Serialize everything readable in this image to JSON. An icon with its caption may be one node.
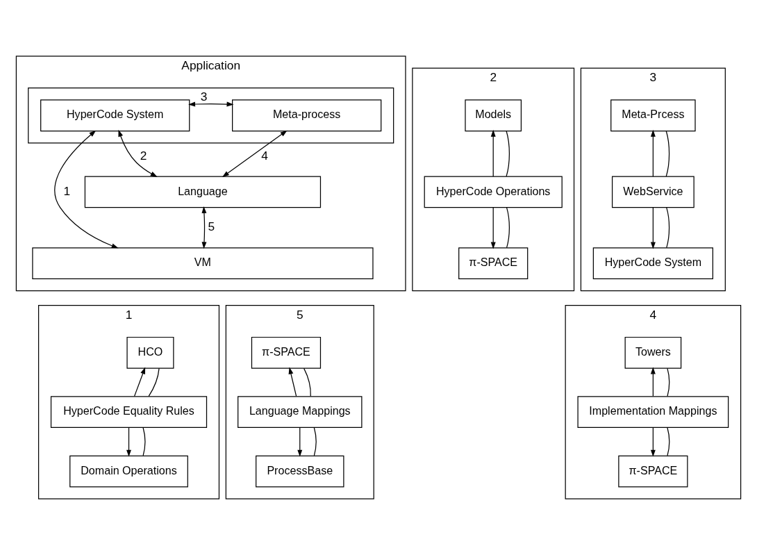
{
  "diagram": {
    "nodes": [
      {
        "text": [
          "Application"
        ]
      },
      {
        "text": [],
        "shape": "box",
        "in": 0
      },
      {
        "text": [
          "HyperCode System"
        ],
        "in": 1
      },
      {
        "text": [
          "Meta-process"
        ],
        "in": 1
      },
      {
        "text": [
          "Language"
        ],
        "in": 0
      },
      {
        "text": [
          "VM"
        ],
        "in": 0
      },
      {
        "text": [
          "2"
        ]
      },
      {
        "text": [
          "Models"
        ],
        "in": 6
      },
      {
        "text": [
          "HyperCode Operations"
        ],
        "in": 6
      },
      {
        "text": [
          "π-SPACE"
        ],
        "in": 6
      },
      {
        "text": [
          "3"
        ]
      },
      {
        "text": [
          "Meta-Prcess"
        ],
        "in": 10
      },
      {
        "text": [
          "WebService"
        ],
        "in": 10
      },
      {
        "text": [
          "HyperCode System"
        ],
        "in": 10
      },
      {
        "text": [
          "4"
        ]
      },
      {
        "text": [
          "Towers"
        ],
        "in": 14
      },
      {
        "text": [
          "Implementation Mappings"
        ],
        "in": 14
      },
      {
        "text": [
          "π-SPACE"
        ],
        "in": 14
      },
      {
        "text": [
          "1"
        ]
      },
      {
        "text": [
          "HCO"
        ],
        "in": 18
      },
      {
        "text": [
          "HyperCode Equality Rules"
        ],
        "in": 18
      },
      {
        "text": [
          "Domain Operations"
        ],
        "in": 18
      },
      {
        "text": [
          "5"
        ]
      },
      {
        "text": [
          "π-SPACE"
        ],
        "in": 22
      },
      {
        "text": [
          "Language Mappings"
        ],
        "in": 22
      },
      {
        "text": [
          "ProcessBase"
        ],
        "in": 22
      }
    ],
    "edges": [
      {
        "from": 2,
        "to": 5,
        "arrow": "both",
        "label": "1"
      },
      {
        "from": 2,
        "to": 4,
        "arrow": "both",
        "label": "2"
      },
      {
        "from": 2,
        "to": 3,
        "arrow": "both",
        "label": "3"
      },
      {
        "from": 3,
        "to": 4,
        "arrow": "both",
        "label": "4"
      },
      {
        "from": 4,
        "to": 5,
        "arrow": "both",
        "label": "5"
      },
      {
        "from": 8,
        "to": 7,
        "arrow": "to"
      },
      {
        "from": 7,
        "to": 8,
        "arrow": "none"
      },
      {
        "from": 8,
        "to": 9,
        "arrow": "to"
      },
      {
        "from": 9,
        "to": 8,
        "arrow": "none"
      },
      {
        "from": 12,
        "to": 11,
        "arrow": "to"
      },
      {
        "from": 11,
        "to": 12,
        "arrow": "none"
      },
      {
        "from": 12,
        "to": 13,
        "arrow": "to"
      },
      {
        "from": 13,
        "to": 12,
        "arrow": "none"
      },
      {
        "from": 16,
        "to": 15,
        "arrow": "to"
      },
      {
        "from": 15,
        "to": 16,
        "arrow": "none"
      },
      {
        "from": 16,
        "to": 17,
        "arrow": "to"
      },
      {
        "from": 17,
        "to": 16,
        "arrow": "none"
      },
      {
        "from": 20,
        "to": 19,
        "arrow": "to"
      },
      {
        "from": 19,
        "to": 20,
        "arrow": "none"
      },
      {
        "from": 20,
        "to": 21,
        "arrow": "to"
      },
      {
        "from": 21,
        "to": 20,
        "arrow": "none"
      },
      {
        "from": 24,
        "to": 23,
        "arrow": "to"
      },
      {
        "from": 23,
        "to": 24,
        "arrow": "none"
      },
      {
        "from": 24,
        "to": 25,
        "arrow": "to"
      },
      {
        "from": 25,
        "to": 24,
        "arrow": "none"
      }
    ]
  }
}
